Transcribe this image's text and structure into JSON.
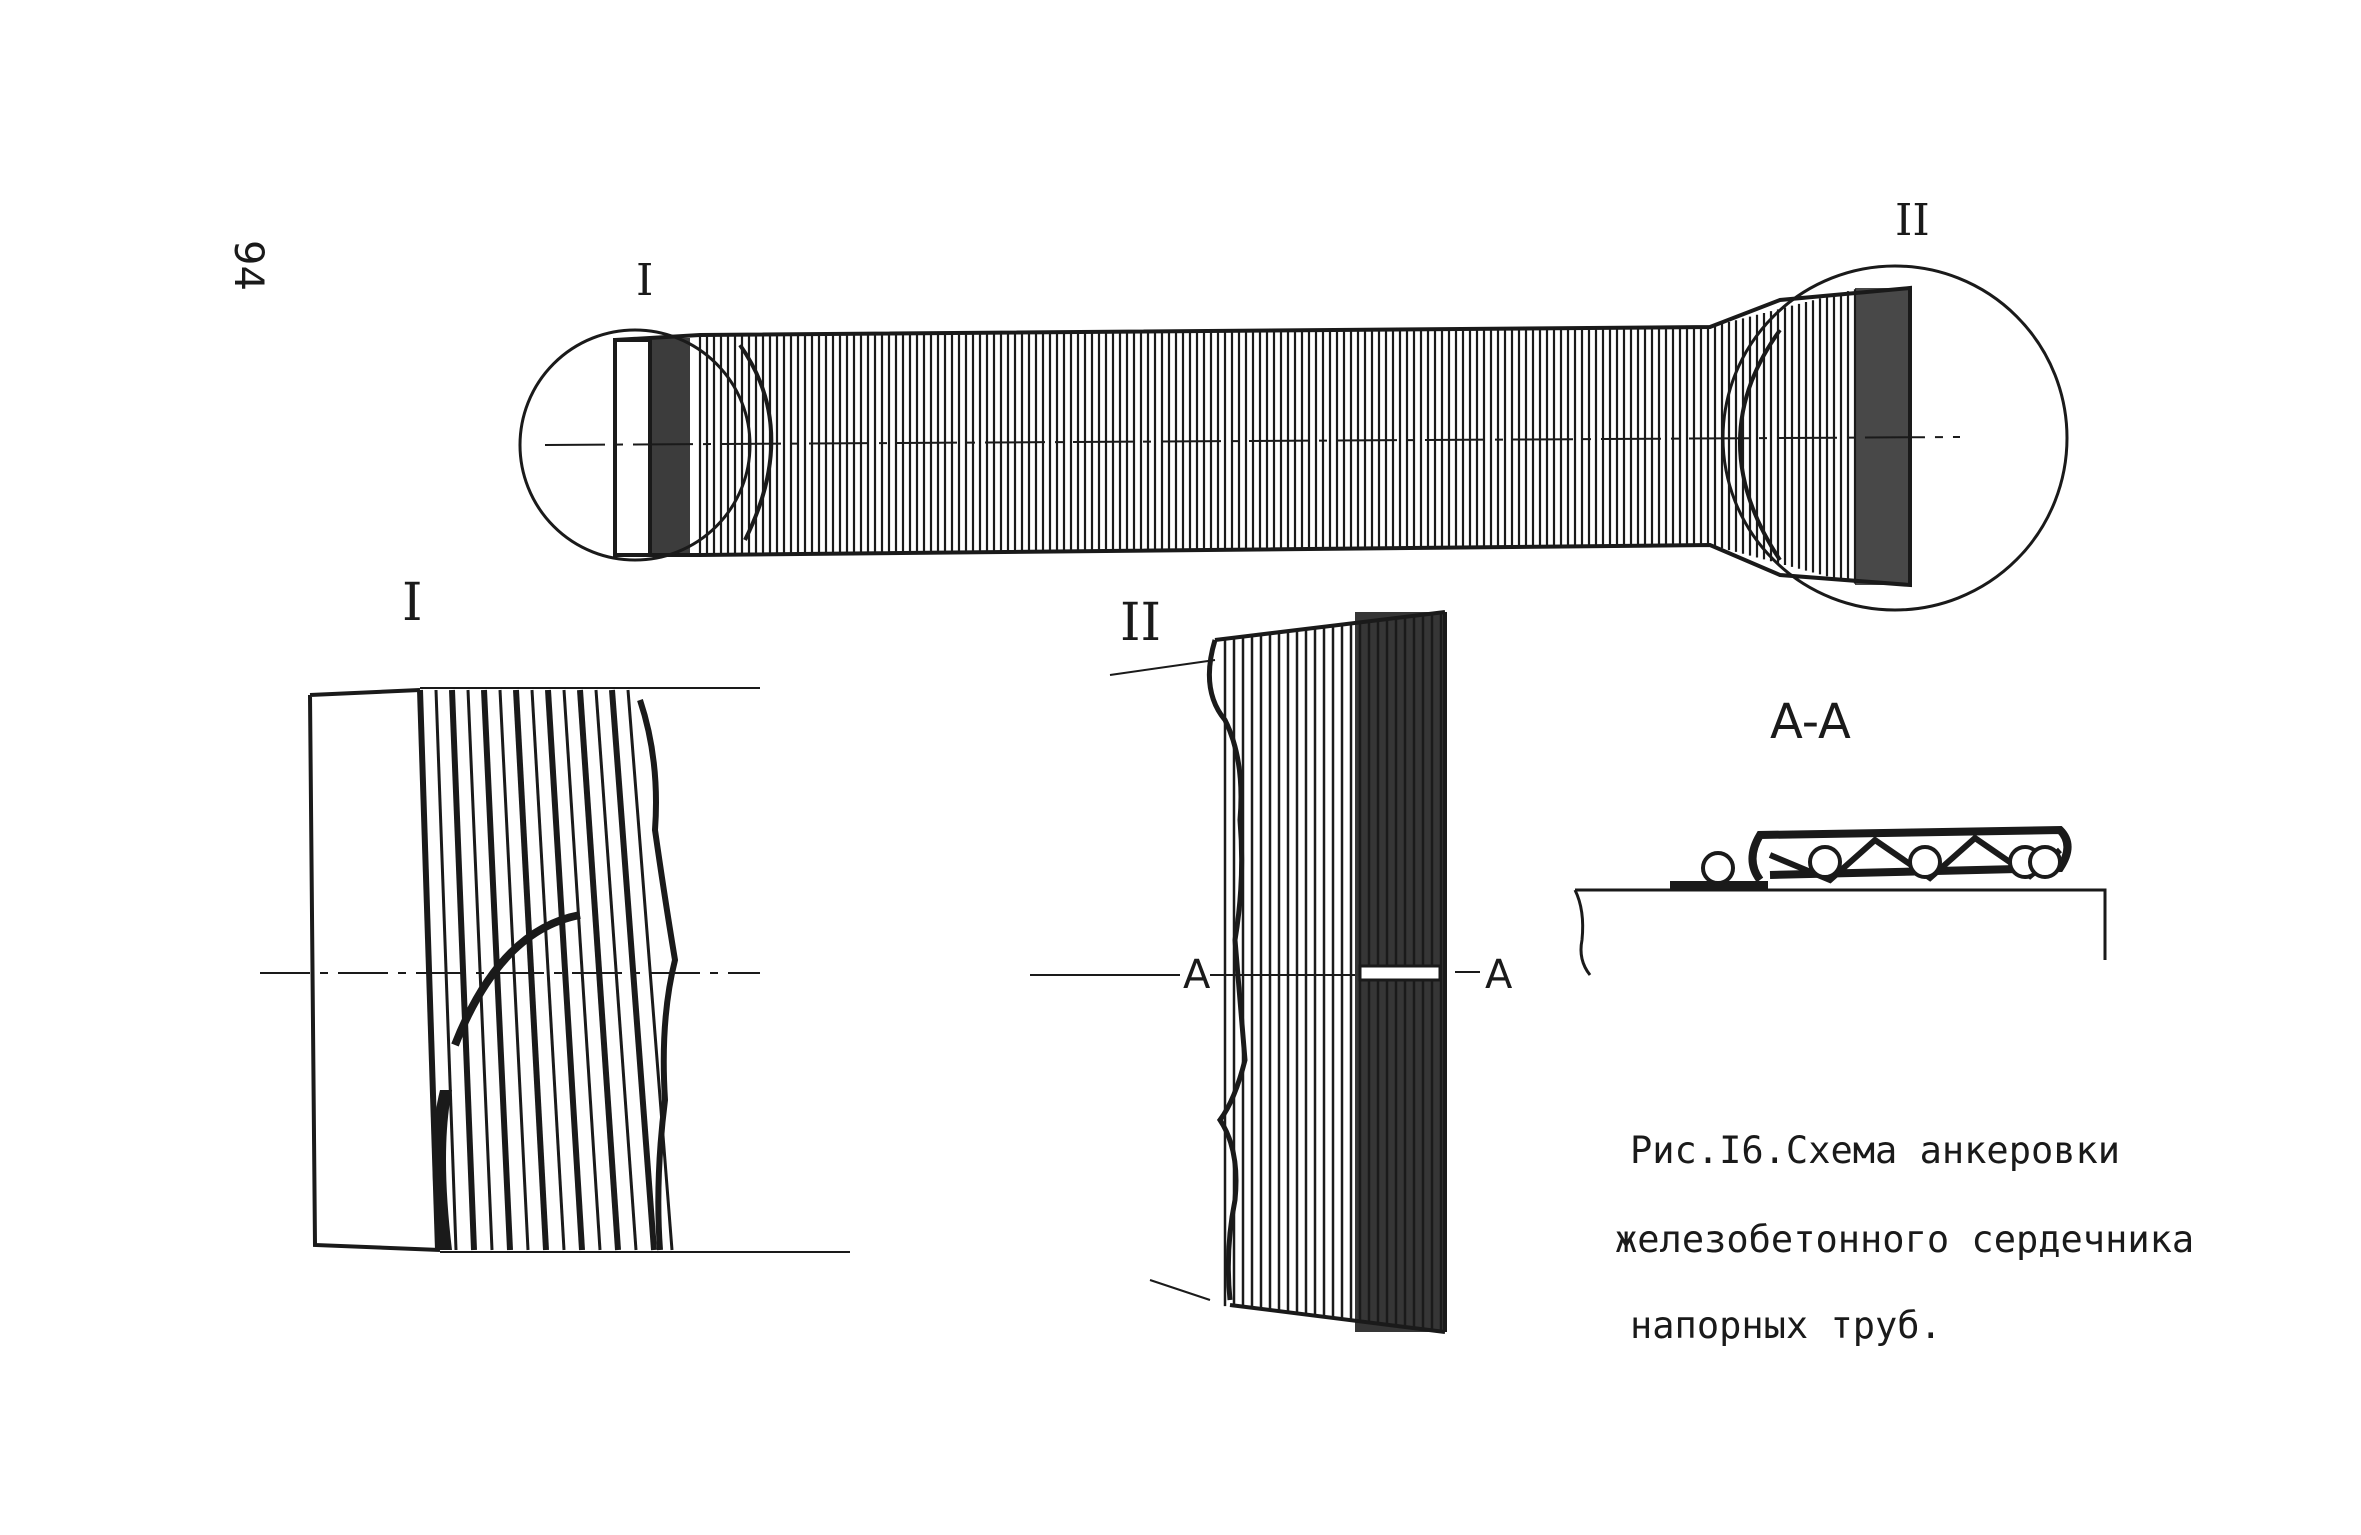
{
  "page_number": "94",
  "main_view": {
    "label_left": "I",
    "label_right": "II"
  },
  "detail_i": {
    "label": "I"
  },
  "detail_ii": {
    "label": "II",
    "section_mark_left": "A",
    "section_mark_right": "A"
  },
  "section_view": {
    "label": "A-A"
  },
  "caption": {
    "line1": "Рис.I6.Схема анкеровки",
    "line2": "железобетонного сердечника",
    "line3": "напорных труб."
  },
  "colors": {
    "ink": "#1a1a1a",
    "paper": "#ffffff"
  }
}
